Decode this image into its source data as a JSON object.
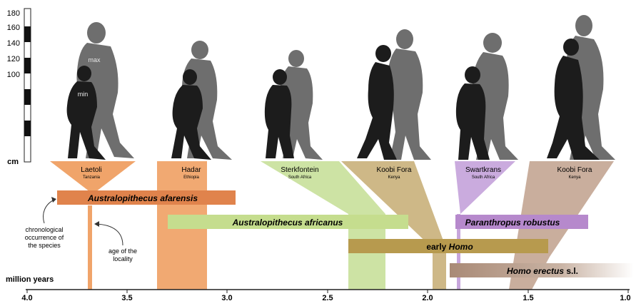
{
  "scale": {
    "unit": "cm",
    "ticks": [
      "180",
      "160",
      "140",
      "120",
      "100"
    ]
  },
  "figure_labels": {
    "max": "max",
    "min": "min"
  },
  "localities": [
    {
      "name": "Laetoli",
      "country": "Tanzania",
      "color": "#f0a46a"
    },
    {
      "name": "Hadar",
      "country": "Ethiopia",
      "color": "#f0a46a"
    },
    {
      "name": "Sterkfontein",
      "country": "South Africa",
      "color": "#c8e09a"
    },
    {
      "name": "Koobi Fora",
      "country": "Kenya",
      "color": "#c9b07a"
    },
    {
      "name": "Swartkrans",
      "country": "South Africa",
      "color": "#c7a6dc"
    },
    {
      "name": "Koobi Fora",
      "country": "Kenya",
      "color": "#bfa08c"
    }
  ],
  "species": [
    {
      "name_prefix": "Australopithecus afarensis",
      "name_italic": "",
      "start": 3.85,
      "end": 2.95,
      "color": "#e0834c"
    },
    {
      "name_prefix": "Australopithecus africanus",
      "name_italic": "",
      "start": 3.3,
      "end": 2.1,
      "color": "#c5dd8e"
    },
    {
      "name_prefix": "Paranthropus robustus",
      "name_italic": "",
      "start": 1.85,
      "end": 1.2,
      "color": "#b689cc"
    },
    {
      "name_prefix": "early ",
      "name_italic": "Homo",
      "start": 2.4,
      "end": 1.4,
      "color": "#b79a4e"
    },
    {
      "name_prefix": "",
      "name_italic": "Homo erectus",
      "name_suffix": " s.l.",
      "start": 1.9,
      "end": 1.0,
      "color": "#a98a76"
    }
  ],
  "annotations": {
    "chronological": [
      "chronological",
      "occurrence of",
      "the species"
    ],
    "age_locality": [
      "age of the",
      "locality"
    ]
  },
  "axis": {
    "label": "million years",
    "ticks": [
      "4.0",
      "3.5",
      "3.0",
      "2.5",
      "2.0",
      "1.5",
      "1.0"
    ]
  },
  "colors": {
    "figure_max": "#6e6e6e",
    "figure_min": "#1c1c1c"
  }
}
